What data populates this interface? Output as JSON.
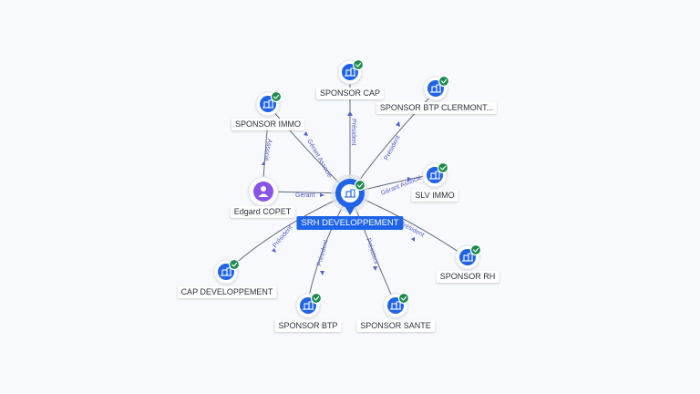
{
  "colors": {
    "company": "#1f63e6",
    "person": "#8a55e6",
    "check": "#1c8c4e",
    "edge": "#5f6b7a",
    "edge_label": "#5560c8",
    "center_label_bg": "#1e64e8"
  },
  "center": {
    "label": "SRH DEVELOPPEMENT",
    "icon": "building-icon"
  },
  "nodes": [
    {
      "id": "sponsor-cap",
      "label": "SPONSOR CAP",
      "type": "company",
      "verified": true
    },
    {
      "id": "sponsor-btp-clermont",
      "label": "SPONSOR BTP CLERMONT...",
      "type": "company",
      "verified": true
    },
    {
      "id": "sponsor-immo",
      "label": "SPONSOR IMMO",
      "type": "company",
      "verified": true
    },
    {
      "id": "slv-immo",
      "label": "SLV IMMO",
      "type": "company",
      "verified": true
    },
    {
      "id": "edgard-copet",
      "label": "Edgard COPET",
      "type": "person",
      "verified": false
    },
    {
      "id": "sponsor-rh",
      "label": "SPONSOR RH",
      "type": "company",
      "verified": true
    },
    {
      "id": "cap-developpement",
      "label": "CAP DEVELOPPEMENT",
      "type": "company",
      "verified": true
    },
    {
      "id": "sponsor-btp",
      "label": "SPONSOR BTP",
      "type": "company",
      "verified": true
    },
    {
      "id": "sponsor-sante",
      "label": "SPONSOR SANTE",
      "type": "company",
      "verified": true
    }
  ],
  "edges": [
    {
      "id": "e-cap",
      "label": "Président"
    },
    {
      "id": "e-btp-clermont",
      "label": "Président"
    },
    {
      "id": "e-immo",
      "label": "Gérant Associé"
    },
    {
      "id": "e-slv",
      "label": "Gérant Associé"
    },
    {
      "id": "e-copet",
      "label": "Gérant"
    },
    {
      "id": "e-copet-immo",
      "label": "Associé"
    },
    {
      "id": "e-rh",
      "label": "Président"
    },
    {
      "id": "e-capdev",
      "label": "Président"
    },
    {
      "id": "e-btp",
      "label": "Président"
    },
    {
      "id": "e-sante",
      "label": "Président"
    }
  ]
}
